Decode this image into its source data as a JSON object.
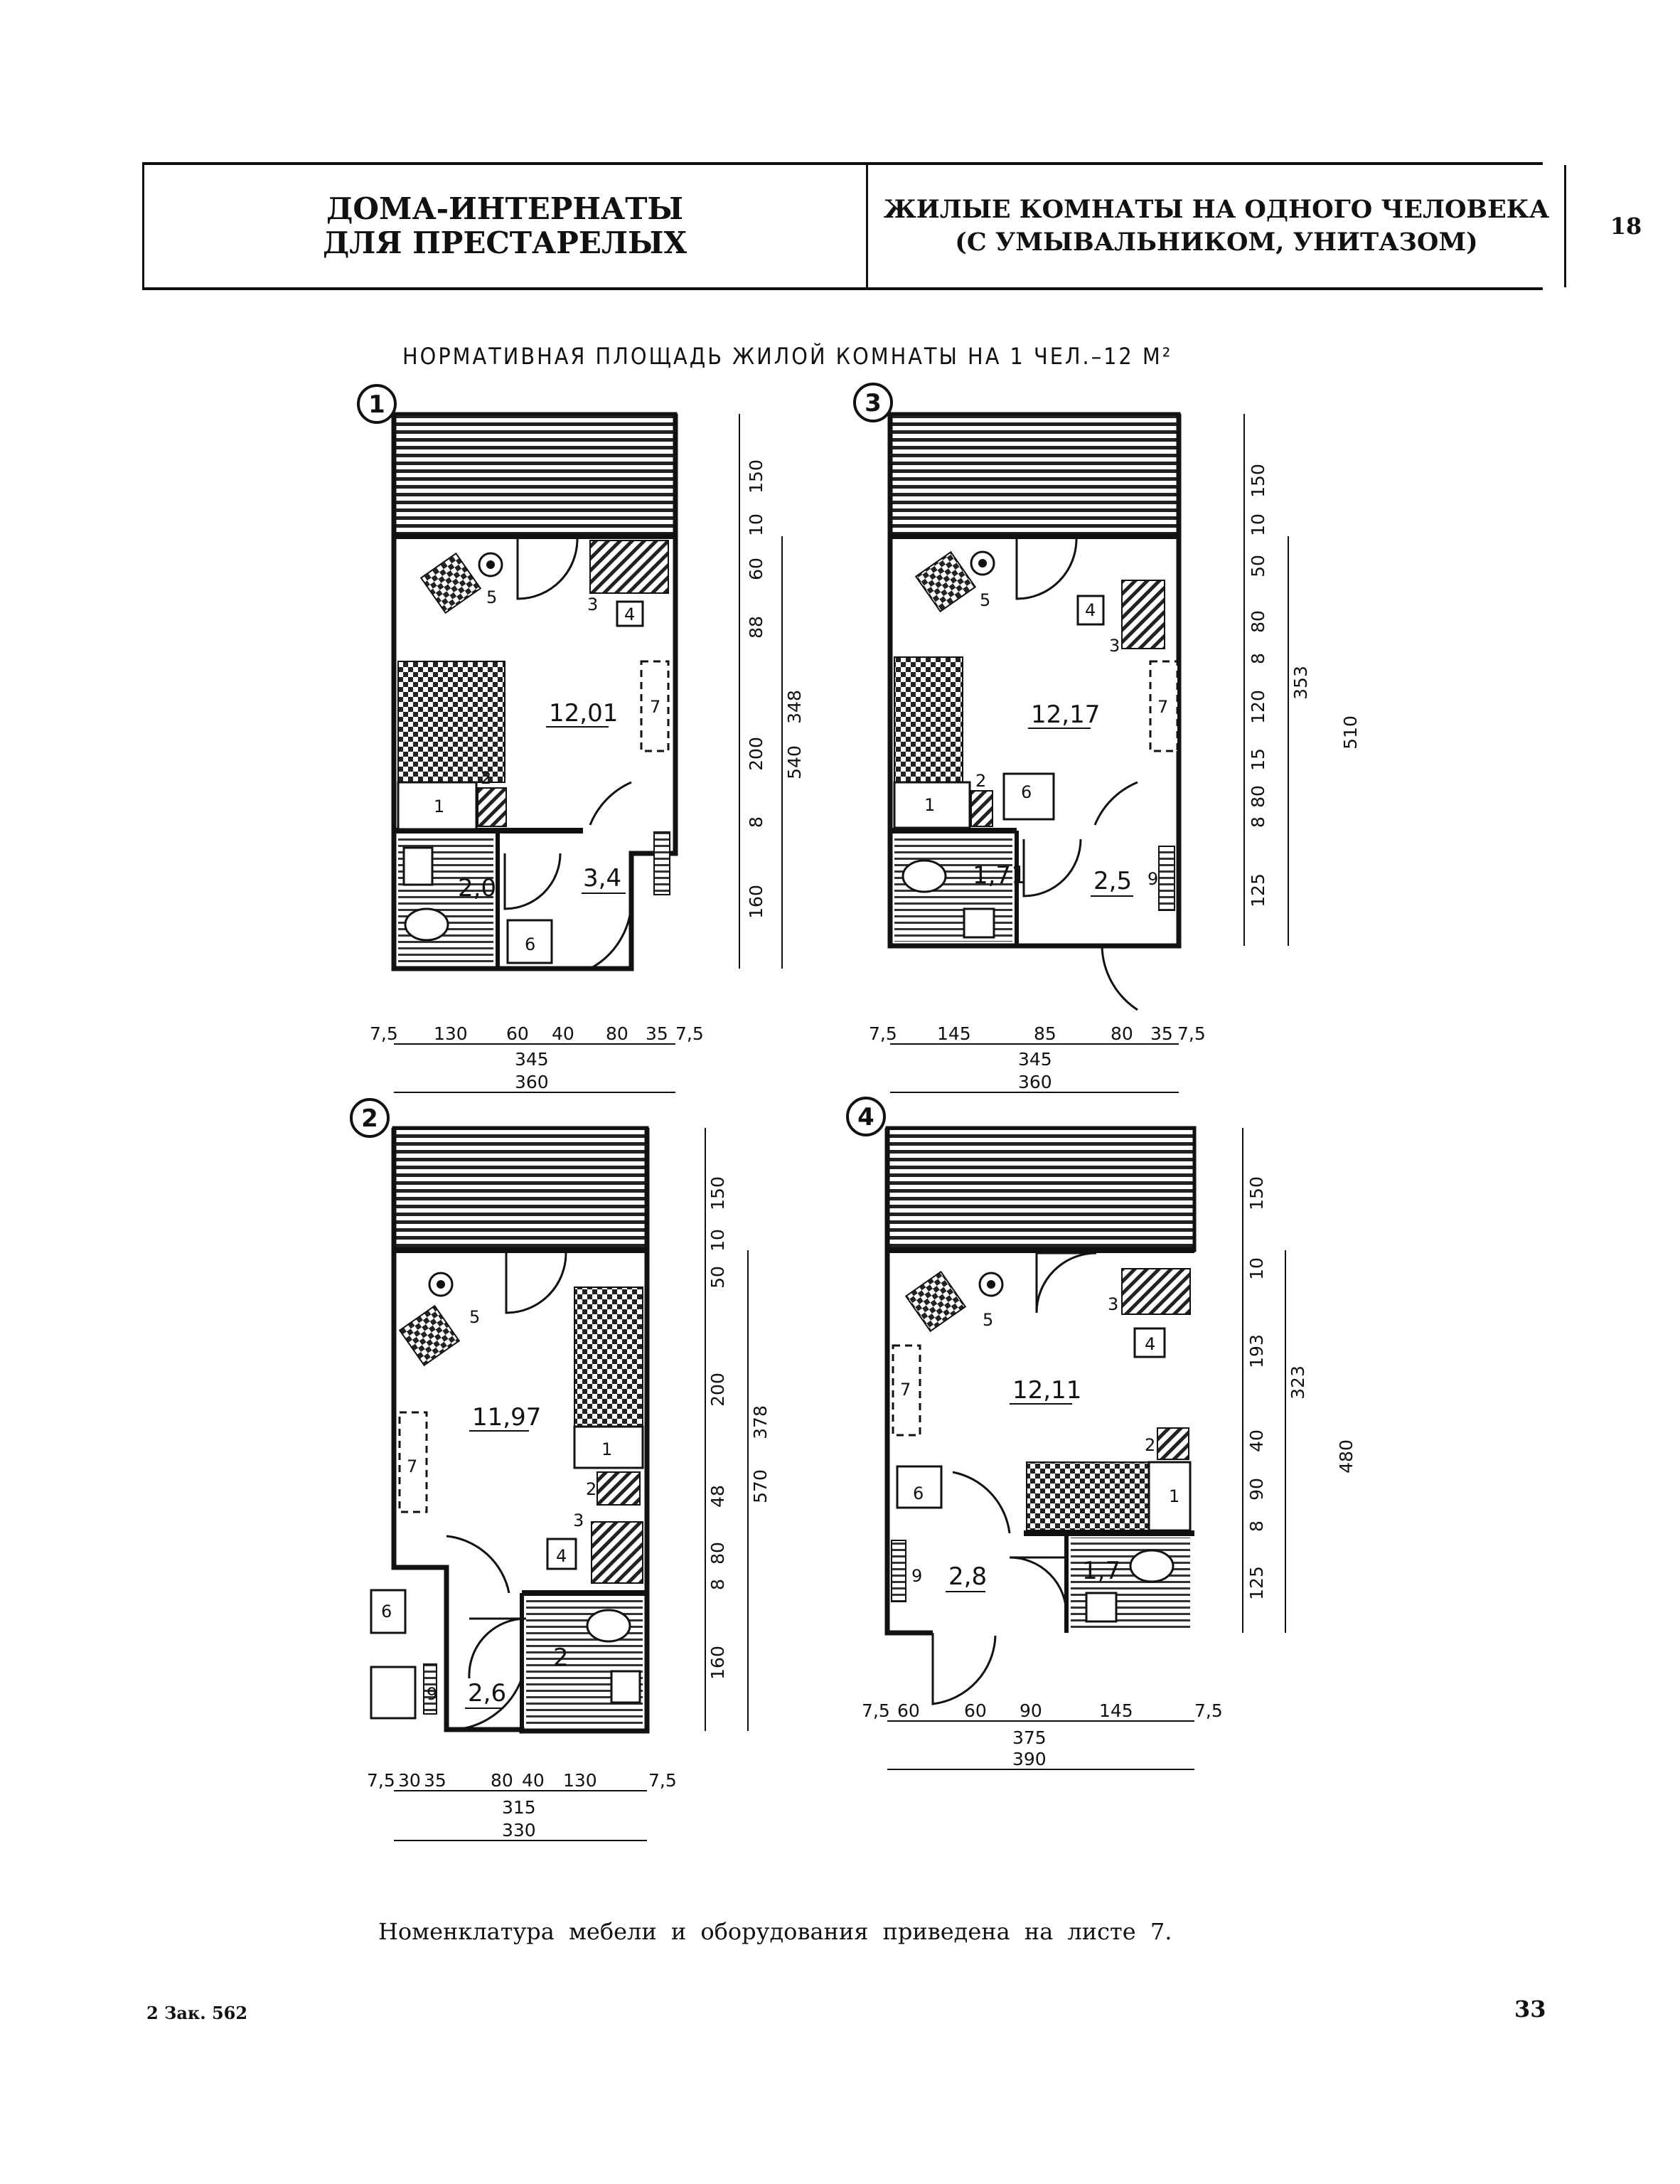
{
  "header": {
    "left_line1": "ДОМА-ИНТЕРНАТЫ",
    "left_line2": "ДЛЯ ПРЕСТАРЕЛЫХ",
    "center_line1": "ЖИЛЫЕ КОМНАТЫ НА ОДНОГО ЧЕЛОВЕКА",
    "center_line2": "(С УМЫВАЛЬНИКОМ, УНИТАЗОМ)",
    "sheet_number": "18"
  },
  "subtitle": "НОРМАТИВНАЯ ПЛОЩАДЬ ЖИЛОЙ КОМНАТЫ НА 1 ЧЕЛ.–12 М²",
  "plans": [
    {
      "id": "1",
      "areas": {
        "room": "12,01",
        "bath": "2,0",
        "hall": "3,4"
      },
      "furniture_labels": [
        "1",
        "2",
        "3",
        "4",
        "5",
        "6",
        "7"
      ],
      "vertical_dims_inner": [
        "150",
        "10",
        "60",
        "88",
        "200",
        "8",
        "160"
      ],
      "vertical_dims_outer": [
        "348",
        "540"
      ],
      "horizontal_dims": [
        "7,5",
        "130",
        "60",
        "40",
        "80",
        "35",
        "7,5"
      ],
      "horizontal_totals": [
        "345",
        "360"
      ]
    },
    {
      "id": "2",
      "areas": {
        "room": "11,97",
        "bath": "2",
        "hall": "2,6"
      },
      "furniture_labels": [
        "1",
        "2",
        "3",
        "4",
        "5",
        "6",
        "7",
        "9"
      ],
      "vertical_dims_inner": [
        "150",
        "10",
        "50",
        "200",
        "48",
        "80",
        "8",
        "160"
      ],
      "vertical_dims_outer": [
        "378",
        "570"
      ],
      "horizontal_dims": [
        "7,5",
        "30",
        "35",
        "80",
        "40",
        "130",
        "7,5"
      ],
      "horizontal_totals": [
        "315",
        "330"
      ]
    },
    {
      "id": "3",
      "areas": {
        "room": "12,17",
        "bath": "1,71",
        "hall": "2,5"
      },
      "furniture_labels": [
        "1",
        "2",
        "3",
        "4",
        "5",
        "6",
        "7",
        "9"
      ],
      "vertical_dims_inner": [
        "150",
        "10",
        "50",
        "80",
        "8",
        "120",
        "15",
        "80",
        "8",
        "125"
      ],
      "vertical_dims_outer": [
        "353",
        "510"
      ],
      "horizontal_dims": [
        "7,5",
        "145",
        "85",
        "80",
        "35",
        "7,5"
      ],
      "horizontal_totals": [
        "345",
        "360"
      ]
    },
    {
      "id": "4",
      "areas": {
        "room": "12,11",
        "bath": "1,7",
        "hall": "2,8"
      },
      "furniture_labels": [
        "1",
        "2",
        "3",
        "4",
        "5",
        "6",
        "7",
        "9"
      ],
      "vertical_dims_inner": [
        "150",
        "10",
        "193",
        "40",
        "90",
        "8",
        "125"
      ],
      "vertical_dims_outer": [
        "323",
        "480"
      ],
      "horizontal_dims": [
        "7,5",
        "60",
        "60",
        "90",
        "145",
        "7,5"
      ],
      "horizontal_totals": [
        "375",
        "390"
      ]
    }
  ],
  "note": "Номенклатура мебели и оборудования приведена на листе 7.",
  "footer": {
    "left": "2 Зак. 562",
    "page_number": "33"
  }
}
